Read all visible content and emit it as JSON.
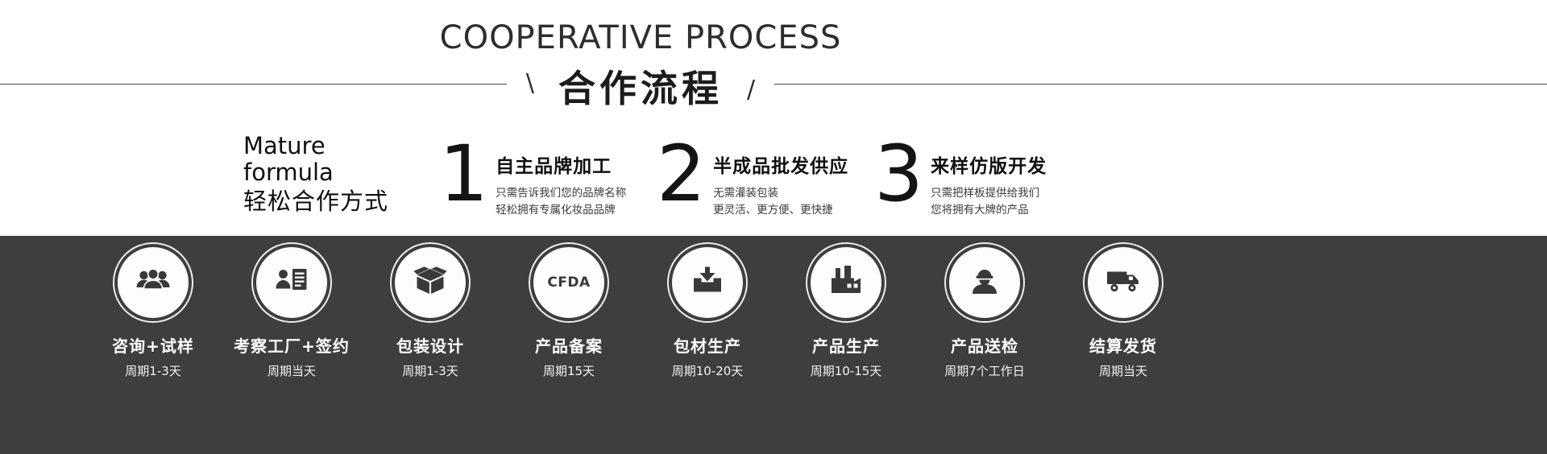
{
  "colors": {
    "band": "#3e3e3e",
    "heading": "#2d2d2d",
    "circle_fill": "#fdfdfd",
    "icon_ink": "#393939",
    "text_on_band": "#ffffff"
  },
  "header": {
    "title_en": "COOPERATIVE PROCESS",
    "title_zh": "合作流程",
    "decor_left": "\\",
    "decor_right": "/"
  },
  "intro": {
    "line1": "Mature",
    "line2": "formula",
    "line3": "轻松合作方式"
  },
  "steps": [
    {
      "num": "1",
      "title": "自主品牌加工",
      "desc1": "只需告诉我们您的品牌名称",
      "desc2": "轻松拥有专属化妆品品牌"
    },
    {
      "num": "2",
      "title": "半成品批发供应",
      "desc1": "无需灌装包装",
      "desc2": "更灵活、更方便、更快捷"
    },
    {
      "num": "3",
      "title": "来样仿版开发",
      "desc1": "只需把样板提供给我们",
      "desc2": "您将拥有大牌的产品"
    }
  ],
  "process": [
    {
      "icon": "people-icon",
      "title": "咨询+试样",
      "period": "周期1-3天"
    },
    {
      "icon": "contract-icon",
      "title": "考察工厂+签约",
      "period": "周期当天"
    },
    {
      "icon": "package-icon",
      "title": "包装设计",
      "period": "周期1-3天"
    },
    {
      "icon": "cfda-badge",
      "label": "CFDA",
      "title": "产品备案",
      "period": "周期15天"
    },
    {
      "icon": "inbox-download-icon",
      "title": "包材生产",
      "period": "周期10-20天"
    },
    {
      "icon": "factory-icon",
      "title": "产品生产",
      "period": "周期10-15天"
    },
    {
      "icon": "inspector-icon",
      "title": "产品送检",
      "period": "周期7个工作日"
    },
    {
      "icon": "truck-icon",
      "title": "结算发货",
      "period": "周期当天"
    }
  ]
}
